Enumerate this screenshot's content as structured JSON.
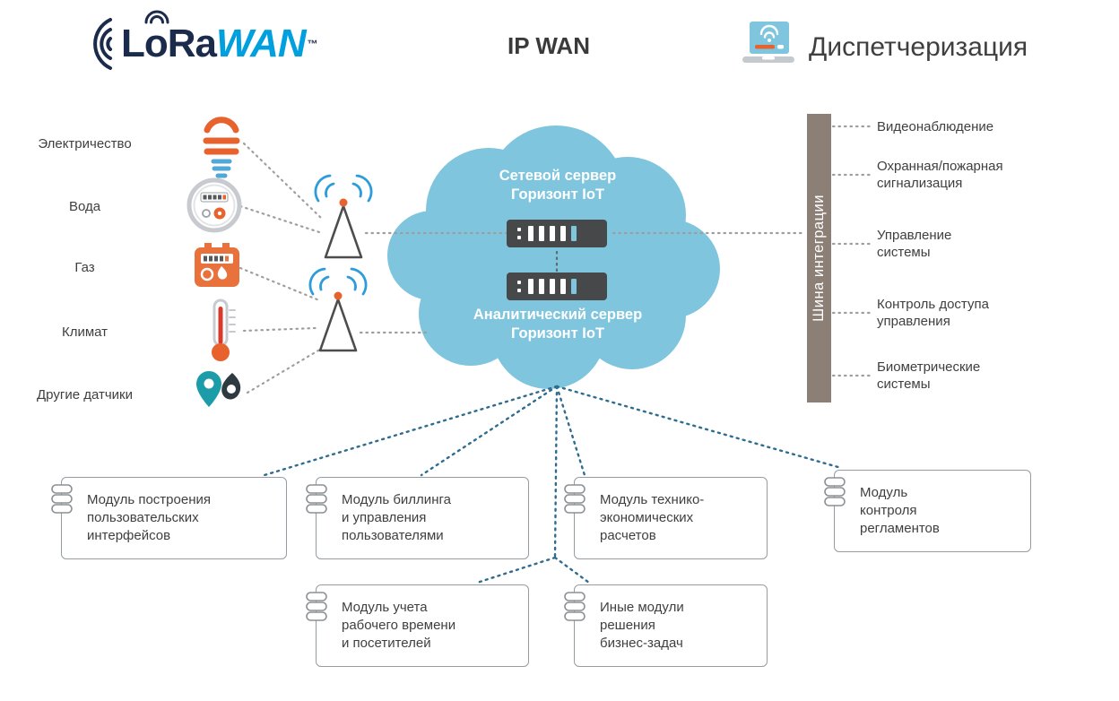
{
  "header": {
    "lorawan": {
      "lora": "LoRa",
      "wan": "WAN",
      "tm": "™"
    },
    "ip_wan_label": "IP WAN",
    "dispatch_label": "Диспетчеризация"
  },
  "sensors": {
    "items": [
      {
        "label": "Электричество",
        "icon": "cfl-bulb-icon"
      },
      {
        "label": "Вода",
        "icon": "water-meter-icon"
      },
      {
        "label": "Газ",
        "icon": "gas-meter-icon"
      },
      {
        "label": "Климат",
        "icon": "thermometer-icon"
      },
      {
        "label": "Другие датчики",
        "icon": "map-pins-icon"
      }
    ]
  },
  "cloud": {
    "network_server": "Сетевой сервер\nГоризонт IoT",
    "analytic_server": "Аналитический сервер\nГоризонт IoT"
  },
  "integration_bus": {
    "label": "Шина интеграции",
    "items": [
      {
        "label": "Видеонаблюдение"
      },
      {
        "label": "Охранная/пожарная\nсигнализация"
      },
      {
        "label": "Управление\nсистемы"
      },
      {
        "label": "Контроль доступа\nуправления"
      },
      {
        "label": "Биометрические\nсистемы"
      }
    ]
  },
  "modules": {
    "items": [
      {
        "label": "Модуль построения\nпользовательских\nинтерфейсов"
      },
      {
        "label": "Модуль биллинга\nи управления\nпользователями"
      },
      {
        "label": "Модуль технико-\nэкономических\nрасчетов"
      },
      {
        "label": "Модуль\nконтроля\nрегламентов"
      },
      {
        "label": "Модуль учета\nрабочего времени\nи посетителей"
      },
      {
        "label": "Иные модули\nрешения\nбизнес-задач"
      }
    ]
  },
  "icons": {
    "logo_waves": "radio-waves-icon",
    "laptop": "laptop-icon",
    "antenna": "antenna-icon",
    "server": "server-icon",
    "module_stack": "module-stack-icon"
  },
  "colors": {
    "cloud_blue": "#7FC5DE",
    "accent_orange": "#E8622D",
    "signal_blue": "#2D9CDB",
    "bus_brown": "#8C7F76",
    "connector_gray": "#9E9E9E",
    "connector_blue": "#2F6C8E",
    "server_dark": "#47484A",
    "logo_navy": "#1B2B4B",
    "logo_blue": "#00A0DF",
    "text_dark": "#3F3F3F"
  }
}
